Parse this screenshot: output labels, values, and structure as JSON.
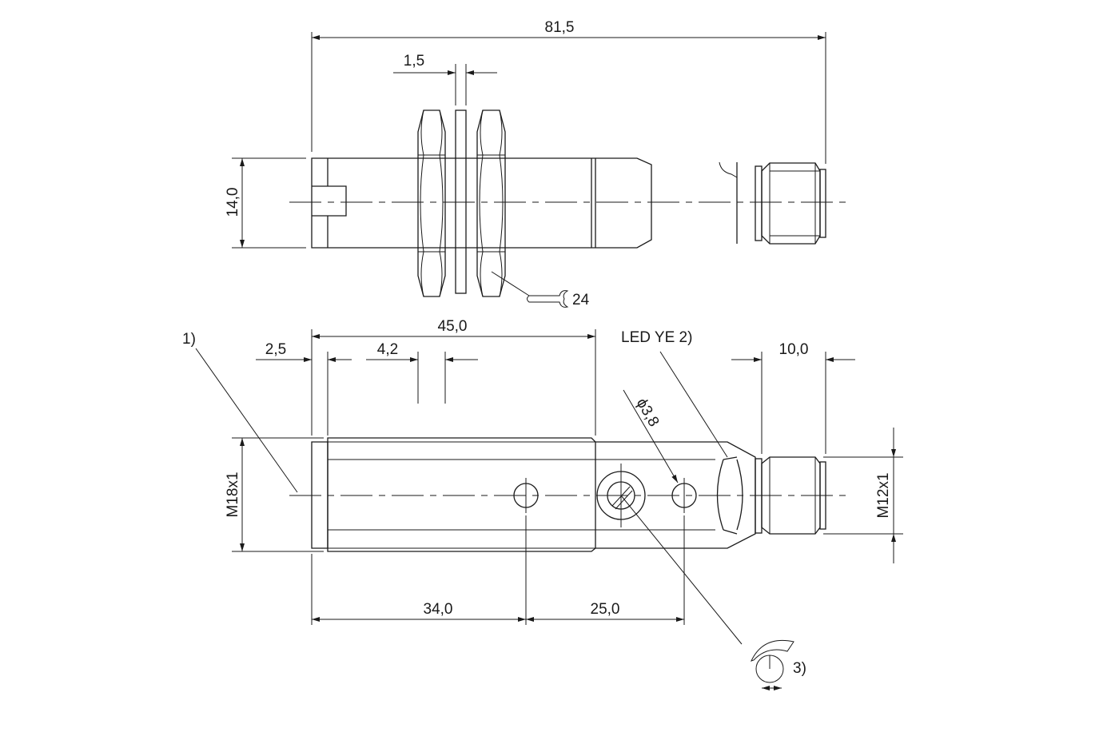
{
  "dimensions": {
    "overall_length": "81,5",
    "washer_thickness": "1,5",
    "width_top": "14,0",
    "wrench_size": "24",
    "thread_length": "45,0",
    "front_offset": "2,5",
    "nut_width": "4,2",
    "connector_length": "10,0",
    "hole_diameter": "ϕ3,8",
    "thread_main": "M18x1",
    "thread_connector": "M12x1",
    "hole1_position": "34,0",
    "hole_spacing": "25,0"
  },
  "notes": {
    "note1": "1)",
    "led": "LED YE 2)",
    "potentiometer": "3)"
  }
}
